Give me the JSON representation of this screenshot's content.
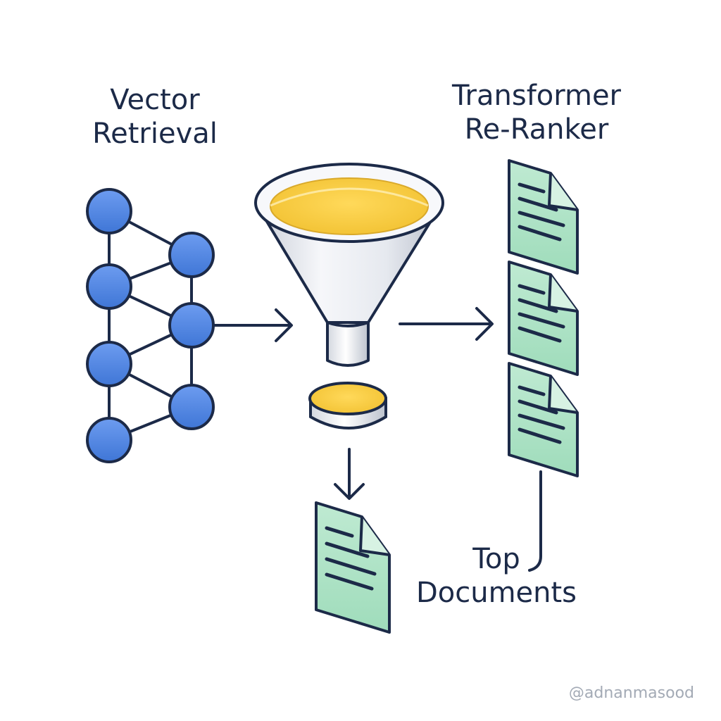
{
  "labels": {
    "vector_retrieval": [
      "Vector",
      "Retrieval"
    ],
    "transformer_reranker": [
      "Transformer",
      "Re-Ranker"
    ],
    "top_documents": [
      "Top",
      "Documents"
    ]
  },
  "watermark": "@adnanmasood",
  "icons": {
    "network": "neural-network-icon",
    "funnel": "funnel-icon",
    "filtered_output": "filtered-disc-icon",
    "document": "document-icon"
  },
  "colors": {
    "outline": "#1c2a48",
    "node_fill": "#4f86e0",
    "funnel_liquid": "#f5c842",
    "document_fill": "#aee3c6",
    "text": "#1c2a48",
    "watermark": "#a3aab5"
  }
}
